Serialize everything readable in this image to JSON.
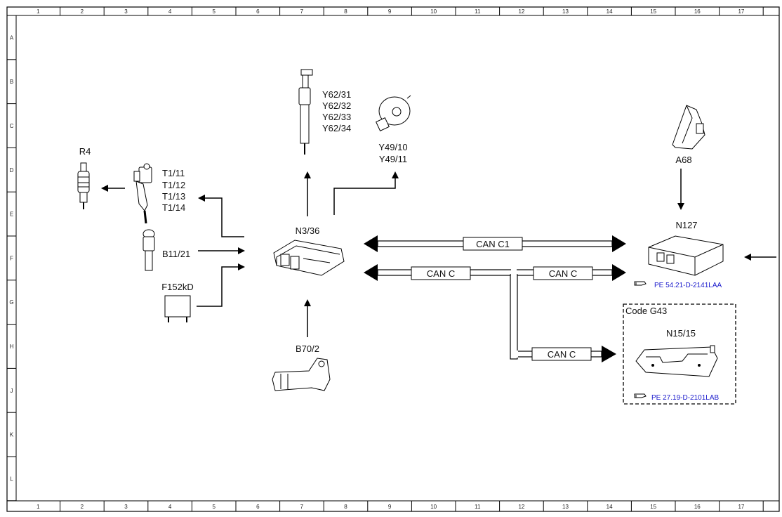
{
  "grid": {
    "columns": [
      "1",
      "2",
      "3",
      "4",
      "5",
      "6",
      "7",
      "8",
      "9",
      "10",
      "11",
      "12",
      "13",
      "14",
      "15",
      "16",
      "17"
    ],
    "rows": [
      "A",
      "B",
      "C",
      "D",
      "E",
      "F",
      "G",
      "H",
      "J",
      "K",
      "L"
    ]
  },
  "components": {
    "r4": "R4",
    "t1": [
      "T1/11",
      "T1/12",
      "T1/13",
      "T1/14"
    ],
    "b11": "B11/21",
    "f152": "F152kD",
    "y62": [
      "Y62/31",
      "Y62/32",
      "Y62/33",
      "Y62/34"
    ],
    "y49": [
      "Y49/10",
      "Y49/11"
    ],
    "n336": "N3/36",
    "b70": "B70/2",
    "a68": "A68",
    "n127": "N127",
    "n1515": "N15/15"
  },
  "buses": {
    "can_c1": "CAN C1",
    "can_c_left": "CAN C",
    "can_c_right": "CAN C",
    "can_c_lower": "CAN C"
  },
  "code_box": {
    "label": "Code G43"
  },
  "references": {
    "n127": "PE 54.21-D-2141LAA",
    "n1515": "PE 27.19-D-2101LAB"
  }
}
